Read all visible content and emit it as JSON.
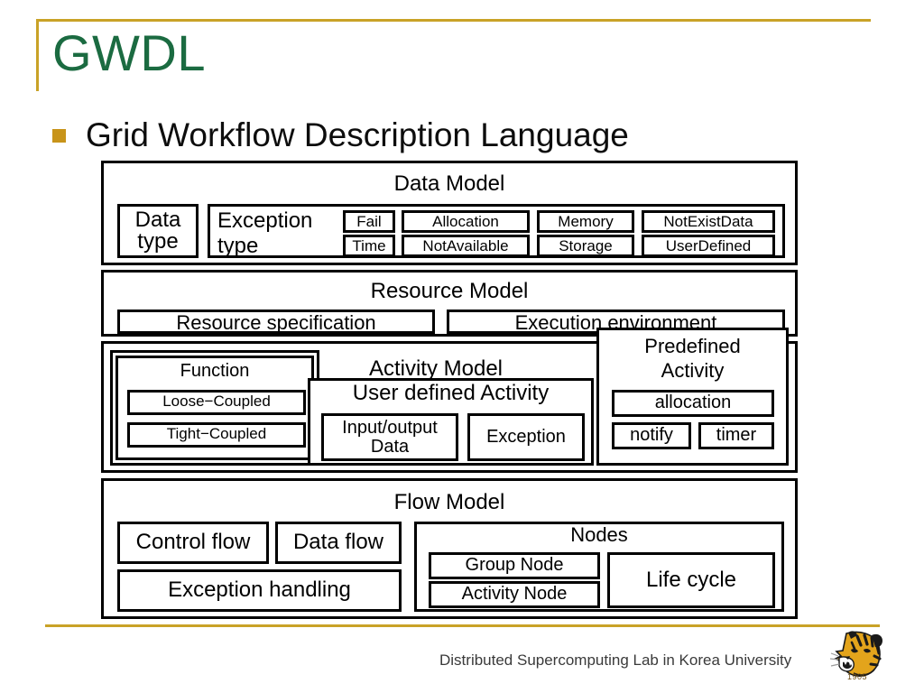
{
  "slide": {
    "title": "GWDL",
    "bullet": "Grid Workflow Description Language",
    "accent_gold": "#C9A227",
    "title_green": "#1B6B41",
    "bullet_gold": "#C8941A"
  },
  "diagram": {
    "data_model": {
      "title": "Data Model",
      "data_type": "Data\ntype",
      "exception_type": "Exception\ntype",
      "exceptions_row1": [
        "Fail",
        "Allocation",
        "Memory",
        "NotExistData"
      ],
      "exceptions_row2": [
        "Time",
        "NotAvailable",
        "Storage",
        "UserDefined"
      ]
    },
    "resource_model": {
      "title": "Resource Model",
      "items": [
        "Resource specification",
        "Execution environment"
      ]
    },
    "activity_model": {
      "title": "Activity Model",
      "function": {
        "title": "Function",
        "items": [
          "Loose−Coupled",
          "Tight−Coupled"
        ]
      },
      "user_defined_activity": {
        "title": "User defined Activity",
        "items": [
          "Input/output\nData",
          "Exception"
        ]
      },
      "predefined_activity": {
        "title": "Predefined\nActivity",
        "items": [
          "allocation",
          "notify",
          "timer"
        ]
      }
    },
    "flow_model": {
      "title": "Flow Model",
      "control_flow": "Control flow",
      "data_flow": "Data flow",
      "exception_handling": "Exception handling",
      "nodes": {
        "title": "Nodes",
        "items": [
          "Group Node",
          "Activity Node"
        ],
        "life_cycle": "Life cycle"
      }
    }
  },
  "footer": {
    "text": "Distributed Supercomputing Lab in Korea University",
    "logo_year": "1905",
    "logo_name": "korea-university-tiger-logo"
  }
}
